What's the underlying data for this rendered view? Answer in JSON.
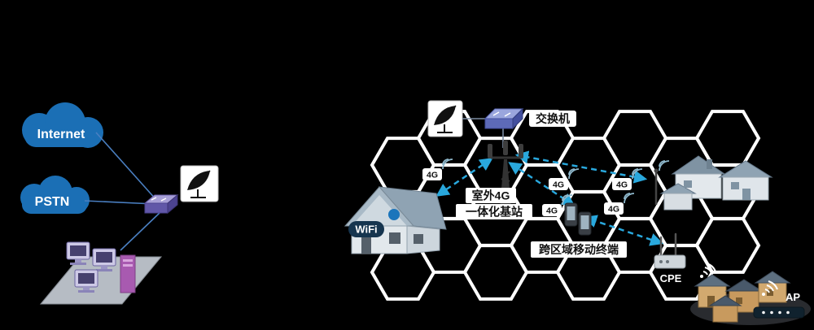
{
  "labels": {
    "internet": "Internet",
    "pstn": "PSTN",
    "switch": "交换机",
    "bs_line1": "室外4G",
    "bs_line2": "一体化基站",
    "wifi": "WiFi",
    "g4": "4G",
    "terminal": "跨区域移动终端",
    "cpe": "CPE",
    "ap": "AP"
  },
  "colors": {
    "background": "#000000",
    "cloud_blue": "#1b6fb5",
    "dashed_link": "#29a8dd",
    "hex_grid": "#ffffff",
    "connector_line": "#4a7fc1",
    "switch_body": "#5d6ab8",
    "tower": "#333333",
    "house_roof": "#8fa3b3",
    "village_wall": "#d2a96f"
  }
}
